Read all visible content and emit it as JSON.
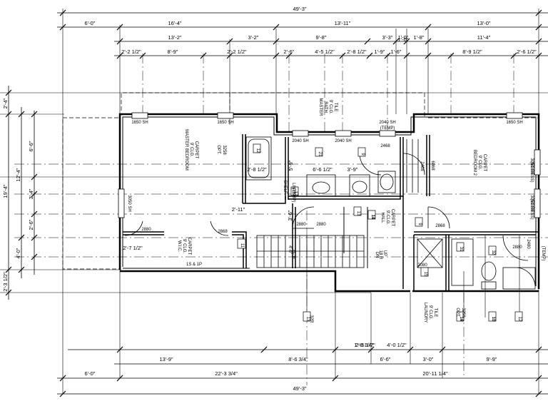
{
  "dimensions": {
    "top_overall": "49'-3\"",
    "top_row1": [
      "6'-0\"",
      "16'-4\"",
      "13'-11\"",
      "13'-0\""
    ],
    "top_row2": [
      "13'-2\"",
      "3'-2\"",
      "9'-8\"",
      "3'-3\"",
      "1'-0\"",
      "1'-8\"",
      "11'-4\""
    ],
    "top_row3": [
      "2'-2 1/2\"",
      "8'-9\"",
      "2'-2 1/2\"",
      "2'-6\"",
      "4'-5 1/2\"",
      "2'-8 1/2\"",
      "1'-9\"",
      "1'-6\"",
      "8'-9 1/2\"",
      "2'-6 1/2\""
    ],
    "left_outer": [
      "2'-4\"",
      "19'-4\"",
      "2'-3 1/2\""
    ],
    "left_mid": [
      "12'-4\"",
      "4'-0\""
    ],
    "left_inner": [
      "6'-6\"",
      "3'-4\"",
      "2'-6\"",
      "2'-7 1/2\""
    ],
    "interior": [
      "2'-8 1/2\"",
      "6'-6 1/2\"",
      "3'-9\"",
      "5'-9\"",
      "2'-11\"",
      "3'-6\"",
      "4'-0\"",
      "1'-0\""
    ],
    "bottom_row1": [
      "2'-5 1/2\"",
      "4'-0 1/2\"",
      "1'-8 1/4\""
    ],
    "bottom_row2": [
      "13'-9\"",
      "8'-6 3/4\"",
      "6'-6\"",
      "3'-0\"",
      "9'-9\""
    ],
    "bottom_row3": [
      "6'-0\"",
      "22'-3 3/4\"",
      "20'-11 1/4\""
    ],
    "bottom_overall": "49'-3\""
  },
  "rooms": {
    "master_bedroom": [
      "MASTER BEDROOM",
      "9' CLG.",
      "CARPET"
    ],
    "master_bath": [
      "MASTER",
      "BATH",
      "9' CLG.",
      "TILE"
    ],
    "bedroom2": [
      "BEDROOM 2",
      "9' CLG.",
      "CARPET"
    ],
    "wic": [
      "W.I.C.",
      "9' CLG.",
      "CARPET"
    ],
    "wic_shelf": "1S & 1P",
    "hall": [
      "HALL",
      "9' CLG.",
      "CARPET"
    ],
    "laundry": [
      "LAUNDRY",
      "9' CLG.",
      "TILE"
    ]
  },
  "windows": [
    "1650 SH",
    "1650 SH",
    "2040 SH",
    "2040 SH",
    "2040 SH",
    "(TEMP)",
    "1650 SH",
    "3050 SH",
    "3050 SH",
    "(EGRESS)",
    "3050 SH",
    "(EGRESS)"
  ],
  "doors": [
    "2468",
    "2880",
    "2868",
    "2880",
    "2480",
    "2868",
    "2468",
    "2080",
    "2880",
    "2880"
  ],
  "fixtures": [
    "OPT.",
    "3258",
    "OPT.",
    "3258",
    "LINEN",
    "(TEMP)",
    "(TEMP)",
    "6868",
    "4'-0\"",
    "18 R",
    "UP",
    "DN",
    "SHELF"
  ],
  "tags": [
    "12",
    "21",
    "9",
    "14",
    "13",
    "12",
    "13",
    "11",
    "14",
    "9",
    "31",
    "32",
    "15",
    "13",
    "17",
    "18",
    "19",
    "11"
  ],
  "stair": "32R"
}
